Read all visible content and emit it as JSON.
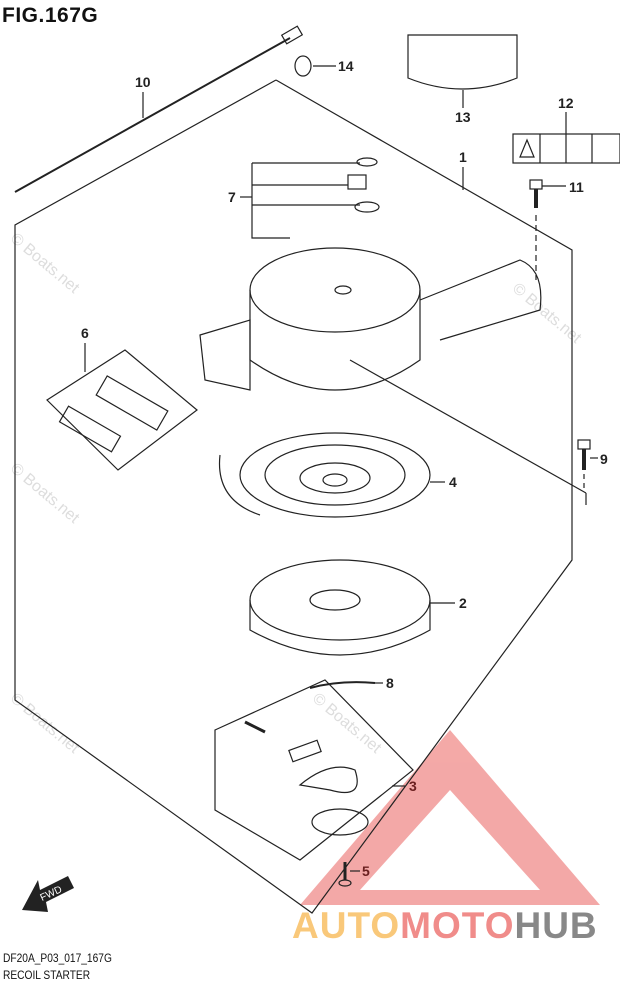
{
  "figure": {
    "title": "FIG.167G",
    "code": "DF20A_P03_017_167G",
    "name": "RECOIL STARTER"
  },
  "fwd_label": "FWD",
  "callouts": [
    "1",
    "2",
    "3",
    "4",
    "5",
    "6",
    "7",
    "8",
    "9",
    "10",
    "11",
    "12",
    "13",
    "14"
  ],
  "watermark": "© Boats.net",
  "logo": {
    "part1": "AUTO",
    "part2": "MOTO",
    "part3": "HUB"
  },
  "colors": {
    "line": "#222222",
    "logo_red": "#f08c8a",
    "logo_orange": "#f9c87a",
    "logo_gray": "#888888"
  }
}
